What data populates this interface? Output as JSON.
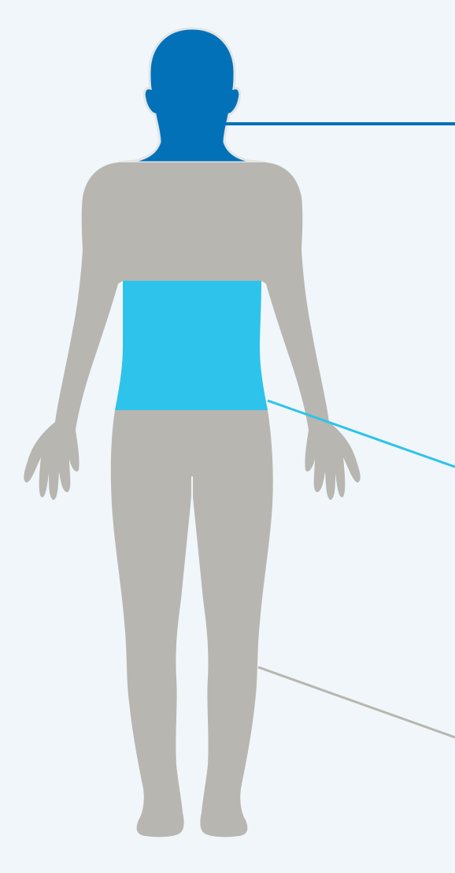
{
  "figure": {
    "background_color": "#f0f6fa",
    "body_color": "#b8b6b0",
    "outline_color": "#e2e5e6",
    "regions": [
      {
        "id": "head-neck",
        "color": "#0271b8"
      },
      {
        "id": "abdomen",
        "color": "#2ec3ea"
      },
      {
        "id": "lower-leg",
        "color": "#b8b6b0"
      }
    ],
    "callouts": [
      {
        "region": "head-neck",
        "color": "#0271b8"
      },
      {
        "region": "abdomen",
        "color": "#2ec3ea"
      },
      {
        "region": "lower-leg",
        "color": "#b8b6b0"
      }
    ]
  }
}
